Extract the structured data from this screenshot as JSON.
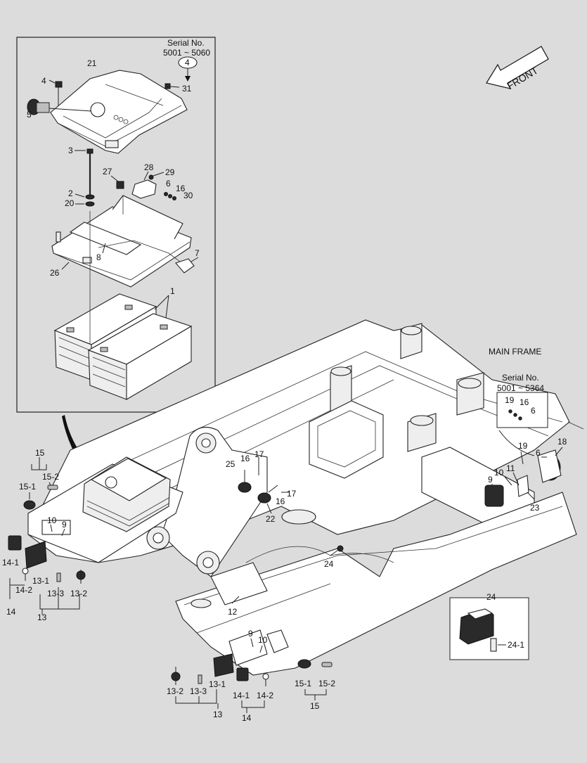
{
  "inset_top": {
    "serial_label": "Serial No.",
    "serial_range": "5001 ~ 5060",
    "serial_ref": "4",
    "labels": [
      "21",
      "4",
      "31",
      "5",
      "3",
      "27",
      "28",
      "29",
      "6",
      "16",
      "30",
      "2",
      "20",
      "7",
      "8",
      "26",
      "1"
    ]
  },
  "front_label": "FRONT",
  "main_frame_label": "MAIN FRAME",
  "inset_right": {
    "serial_label": "Serial No.",
    "serial_range": "5001 ~ 5364",
    "labels": [
      "19",
      "16",
      "6"
    ]
  },
  "inset_bottom": {
    "labels": [
      "24",
      "24-1"
    ]
  },
  "frame_labels": [
    "15",
    "15-1",
    "15-2",
    "10",
    "9",
    "14-1",
    "14-2",
    "14",
    "13-1",
    "13-3",
    "13-2",
    "13",
    "25",
    "16",
    "17",
    "16",
    "17",
    "22",
    "19",
    "6",
    "18",
    "10",
    "11",
    "9",
    "23",
    "24",
    "12",
    "9",
    "10",
    "13-1",
    "13-3",
    "13-2",
    "13",
    "14-1",
    "14-2",
    "14",
    "15-1",
    "15-2",
    "15"
  ]
}
